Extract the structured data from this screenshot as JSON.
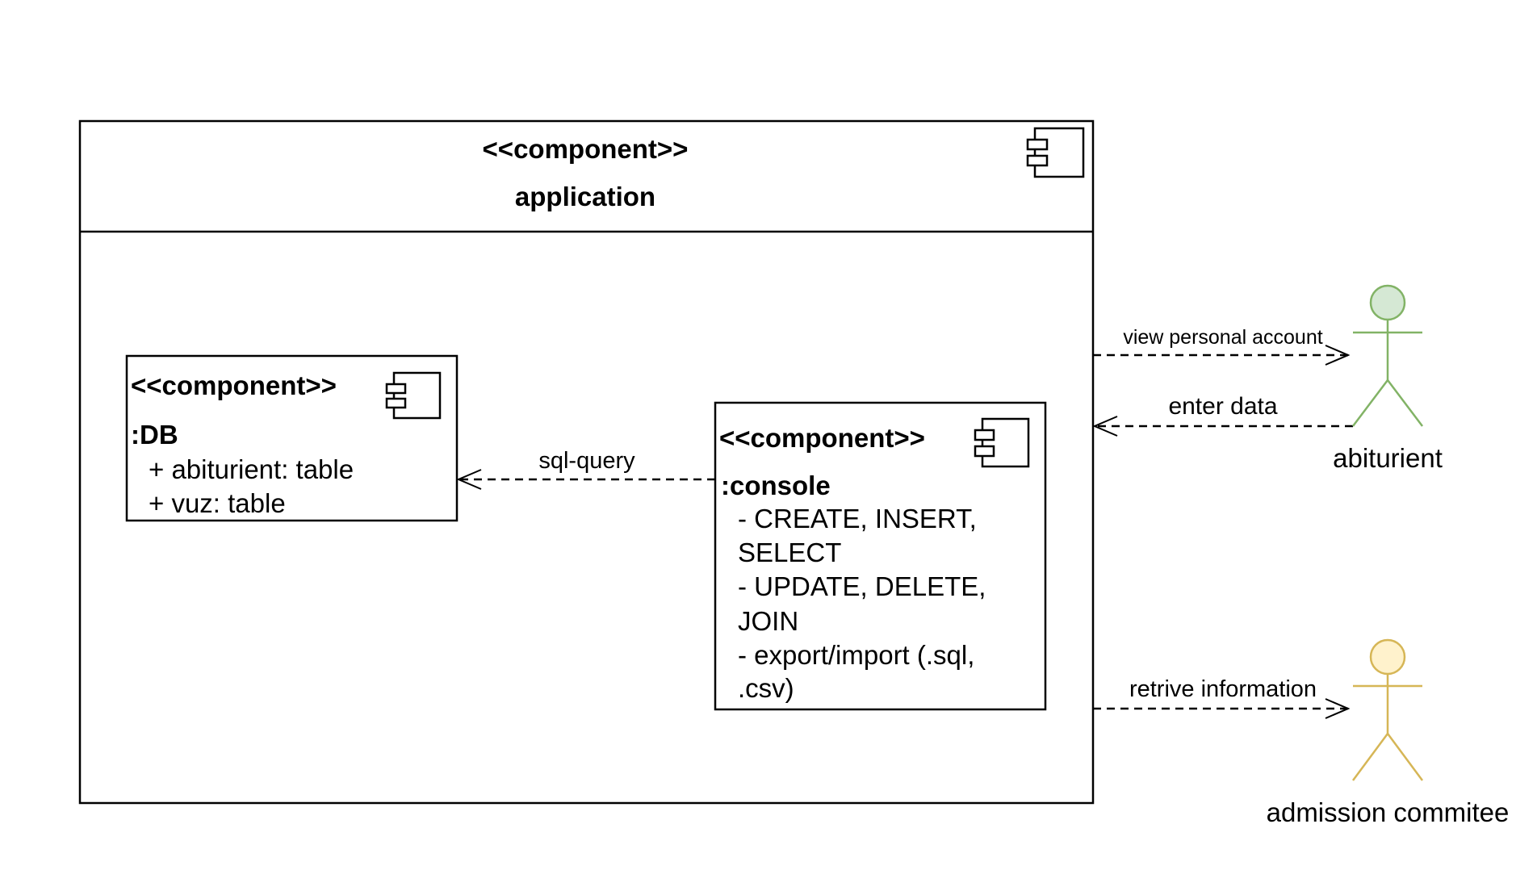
{
  "application": {
    "stereotype": "<<component>>",
    "name": "application"
  },
  "db": {
    "stereotype": "<<component>>",
    "name": ":DB",
    "attributes": [
      "+ abiturient: table",
      "+ vuz: table"
    ]
  },
  "console": {
    "stereotype": "<<component>>",
    "name": ":console",
    "lines": [
      "- CREATE, INSERT,",
      "SELECT",
      "- UPDATE, DELETE,",
      "JOIN",
      "- export/import (.sql,",
      ".csv)"
    ]
  },
  "edges": {
    "sql_query": "sql-query",
    "view_personal_account": "view personal account",
    "enter_data": "enter data",
    "retrive_information": "retrive information"
  },
  "actors": {
    "abiturient": {
      "name": "abiturient",
      "stroke": "#82b366",
      "fill": "#d5e8d4"
    },
    "admission": {
      "name": "admission commitee",
      "stroke": "#d6b656",
      "fill": "#fff2cc"
    }
  }
}
